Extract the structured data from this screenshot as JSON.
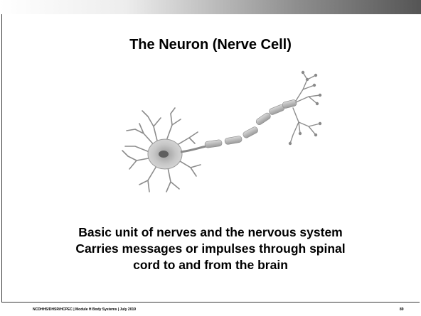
{
  "slide": {
    "title": "The Neuron (Nerve Cell)",
    "body_lines": [
      "Basic unit of nerves and the nervous system",
      "Carries messages or impulses through spinal",
      "cord to and from the brain"
    ],
    "footer": "NCDHHS/DHSR/HCPEC | Module H Body Systems | July 2019",
    "page_number": "89"
  },
  "illustration": {
    "icon": "neuron-illustration",
    "cell_color": "#bdbdbd",
    "nucleus_color": "#6a6a6a",
    "axon_color": "#9a9a9a"
  }
}
